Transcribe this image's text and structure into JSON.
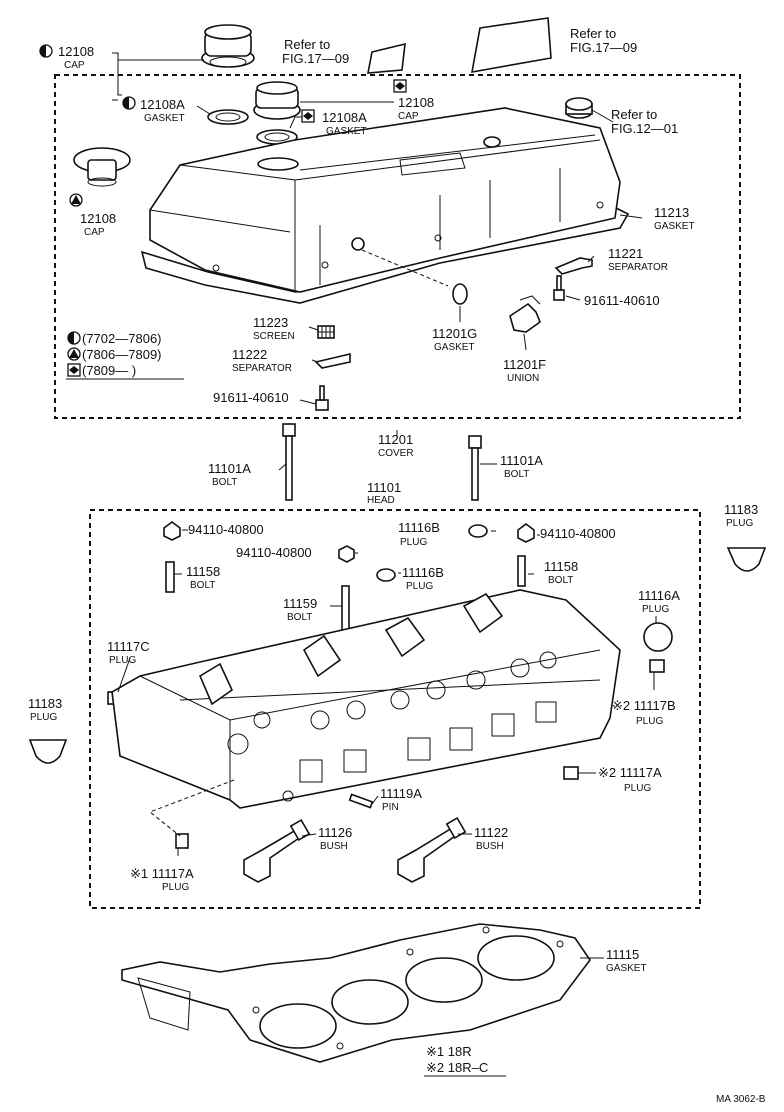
{
  "callouts": {
    "cap_12108_a": {
      "number": "12108",
      "name": "CAP"
    },
    "gasket_12108a_a": {
      "number": "12108A",
      "name": "GASKET"
    },
    "cap_12108_b": {
      "number": "12108",
      "name": "CAP"
    },
    "gasket_12108a_b": {
      "number": "12108A",
      "name": "GASKET"
    },
    "cap_12108_c": {
      "number": "12108",
      "name": "CAP"
    },
    "gasket_11213": {
      "number": "11213",
      "name": "GASKET"
    },
    "separator_11221": {
      "number": "11221",
      "name": "SEPARATOR"
    },
    "bolt_91611_a": {
      "number": "91611-40610",
      "name": ""
    },
    "screen_11223": {
      "number": "11223",
      "name": "SCREEN"
    },
    "separator_11222": {
      "number": "11222",
      "name": "SEPARATOR"
    },
    "gasket_11201g": {
      "number": "11201G",
      "name": "GASKET"
    },
    "union_11201f": {
      "number": "11201F",
      "name": "UNION"
    },
    "bolt_91611_b": {
      "number": "91611-40610",
      "name": ""
    },
    "cover_11201": {
      "number": "11201",
      "name": "COVER"
    },
    "bolt_11101a_left": {
      "number": "11101A",
      "name": "BOLT"
    },
    "bolt_11101a_right": {
      "number": "11101A",
      "name": "BOLT"
    },
    "head_11101": {
      "number": "11101",
      "name": "HEAD"
    },
    "plug_11183_right": {
      "number": "11183",
      "name": "PLUG"
    },
    "nut_94110_a": {
      "number": "94110-40800",
      "name": ""
    },
    "plug_11116b_a": {
      "number": "11116B",
      "name": "PLUG"
    },
    "nut_94110_b": {
      "number": "94110-40800",
      "name": ""
    },
    "nut_94110_c": {
      "number": "94110-40800",
      "name": ""
    },
    "plug_11116b_b": {
      "number": "11116B",
      "name": "PLUG"
    },
    "bolt_11158_a": {
      "number": "11158",
      "name": "BOLT"
    },
    "bolt_11158_b": {
      "number": "11158",
      "name": "BOLT"
    },
    "bolt_11159": {
      "number": "11159",
      "name": "BOLT"
    },
    "plug_11116a": {
      "number": "11116A",
      "name": "PLUG"
    },
    "plug_11117c": {
      "number": "11117C",
      "name": "PLUG"
    },
    "plug_11183_left": {
      "number": "11183",
      "name": "PLUG"
    },
    "plug_11117b": {
      "number": "※2 11117B",
      "name": "PLUG"
    },
    "plug_11117a_right": {
      "number": "※2 11117A",
      "name": "PLUG"
    },
    "pin_11119a": {
      "number": "11119A",
      "name": "PIN"
    },
    "bush_11126": {
      "number": "11126",
      "name": "BUSH"
    },
    "bush_11122": {
      "number": "11122",
      "name": "BUSH"
    },
    "plug_11117a_left": {
      "number": "※1 11117A",
      "name": "PLUG"
    },
    "gasket_11115": {
      "number": "11115",
      "name": "GASKET"
    }
  },
  "references": {
    "ref_a": {
      "line1": "Refer to",
      "line2": "FIG.17—09"
    },
    "ref_b": {
      "line1": "Refer to",
      "line2": "FIG.17—09"
    },
    "ref_c": {
      "line1": "Refer to",
      "line2": "FIG.12—01"
    }
  },
  "date_legend": {
    "half_circle": "(7702—7806)",
    "triangle": "(7806—7809)",
    "diamond": "(7809—        )"
  },
  "applicability": {
    "note1": "※1  18R",
    "note2": "※2  18R–C"
  },
  "figure_code": "MA 3062-B",
  "icons": [
    "half-circle-symbol",
    "triangle-symbol",
    "diamond-symbol"
  ]
}
